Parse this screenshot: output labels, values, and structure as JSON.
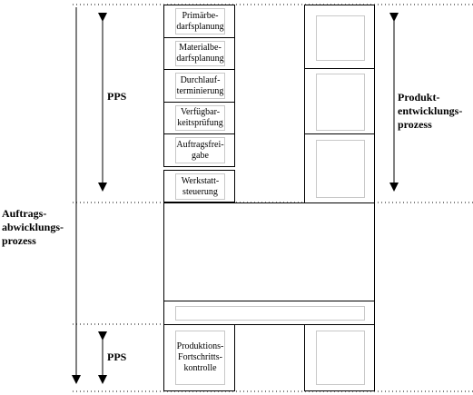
{
  "labels": {
    "pps_top": "PPS",
    "pps_bottom": "PPS",
    "auftrag": "Auftrags-\nabwicklungs-\nprozess",
    "produkt": "Produkt-\nentwicklungs-\nprozess"
  },
  "pps_steps": [
    "Primärbe-\ndarfsplanung",
    "Materialbe-\ndarfsplanung",
    "Durchlauf-\nterminierung",
    "Verfügbar-\nkeitsprüfung",
    "Auftragsfrei-\ngabe",
    "Werkstatt-\nsteuerung"
  ],
  "control_step": "Produktions-\nFortschritts-\nkontrolle"
}
